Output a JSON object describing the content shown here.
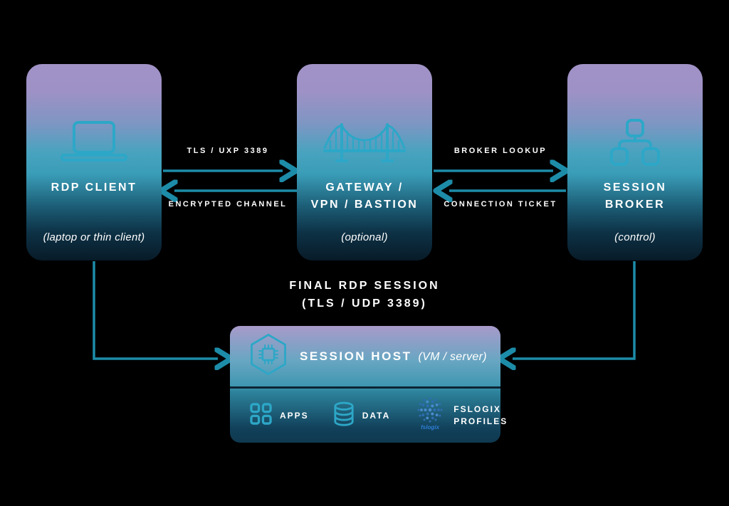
{
  "colors": {
    "background": "#000000",
    "arrow_teal": "#1d8ca9",
    "icon_teal": "#2da7c7",
    "gradient_top_purple": "#a192c6",
    "gradient_mid_teal": "#48a3bf",
    "gradient_bottom_navy": "#081b28",
    "fslogix_blue": "#2e7fd6",
    "text": "#ffffff"
  },
  "nodes": {
    "rdp_client": {
      "icon": "laptop-icon",
      "lines": [
        "RDP CLIENT"
      ],
      "subtitle": "(laptop or thin client)"
    },
    "gateway": {
      "icon": "bridge-icon",
      "lines": [
        "GATEWAY /",
        "VPN / BASTION"
      ],
      "subtitle": "(optional)"
    },
    "session_broker": {
      "icon": "hierarchy-icon",
      "lines": [
        "SESSION",
        "BROKER"
      ],
      "subtitle": "(control)"
    }
  },
  "arrows": {
    "client_to_gateway": "TLS / UXP 3389",
    "gateway_to_client": "ENCRYPTED CHANNEL",
    "gateway_to_broker": "BROKER LOOKUP",
    "broker_to_gateway": "CONNECTION TICKET"
  },
  "final_session": {
    "line1": "FINAL RDP SESSION",
    "line2": "(TLS / UDP 3389)"
  },
  "session_host": {
    "icon": "cpu-hexagon-icon",
    "title": "SESSION HOST",
    "suffix": "(VM / server)",
    "items": [
      {
        "icon": "apps-grid-icon",
        "label": "APPS"
      },
      {
        "icon": "database-icon",
        "label": "DATA"
      },
      {
        "icon": "fslogix-logo",
        "logo_text": "fslogix",
        "lines": [
          "FSLOGIX",
          "PROFILES"
        ]
      }
    ]
  }
}
